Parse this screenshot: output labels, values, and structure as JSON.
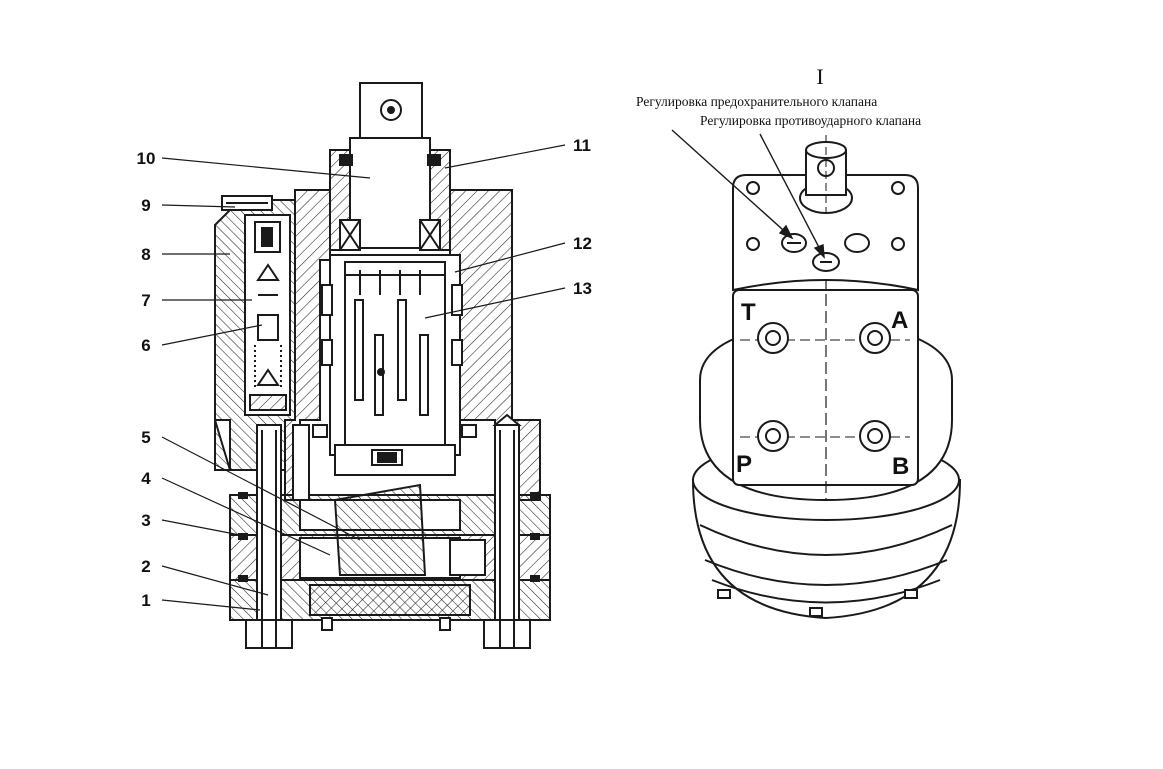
{
  "view_title": "I",
  "annotations": {
    "safety_valve": "Регулировка предохранительного клапана",
    "antishock_valve": "Регулировка противоударного клапана"
  },
  "part_numbers": [
    "1",
    "2",
    "3",
    "4",
    "5",
    "6",
    "7",
    "8",
    "9",
    "10",
    "11",
    "12",
    "13"
  ],
  "ports": {
    "t": "T",
    "a": "A",
    "p": "P",
    "b": "B"
  },
  "colors": {
    "ink": "#1a1a1a",
    "paper": "#ffffff"
  }
}
